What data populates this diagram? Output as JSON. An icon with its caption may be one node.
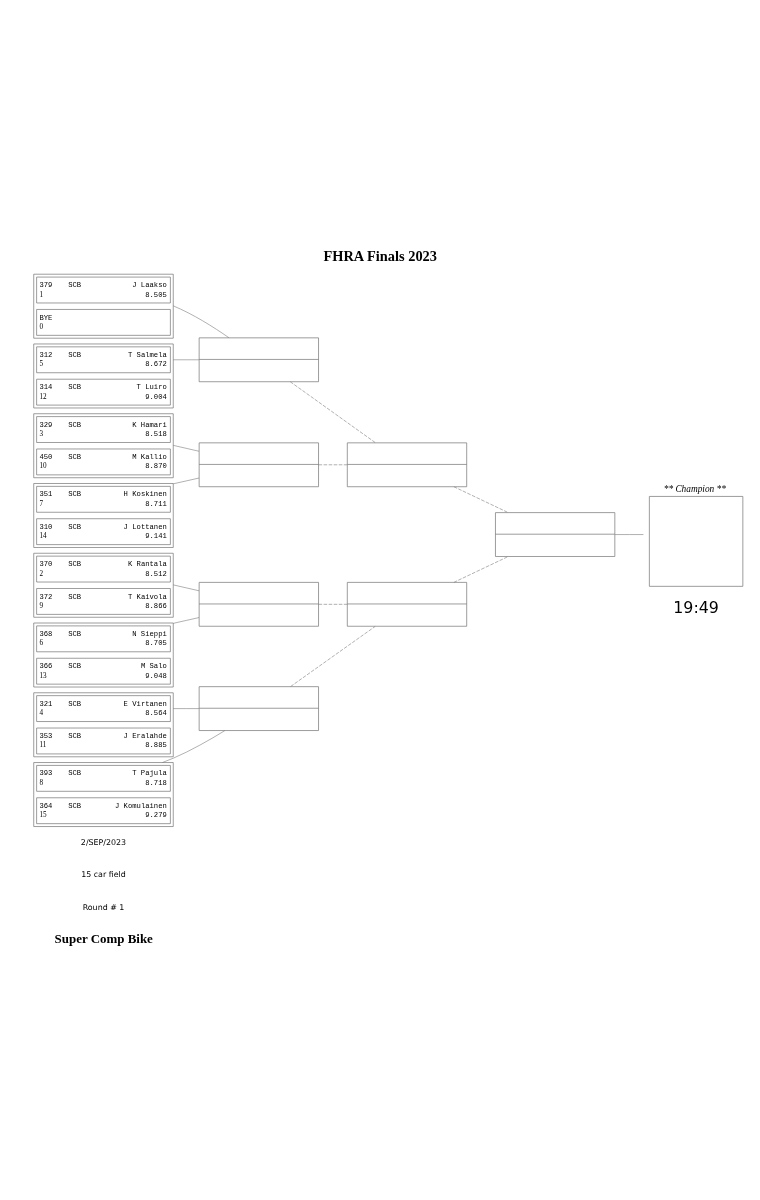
{
  "diagram": {
    "title": "FHRA Finals 2023",
    "nodes": [
      {
        "text": [],
        "shape": "box"
      },
      {
        "text": [
          "379",
          "SCB",
          "J Laakso",
          "8.505",
          "1"
        ],
        "in": 0
      },
      {
        "text": [
          "BYE",
          "0"
        ],
        "in": 0
      },
      {
        "text": [],
        "shape": "box"
      },
      {
        "text": [
          "312",
          "SCB",
          "T Salmela",
          "8.672",
          "5"
        ],
        "in": 3
      },
      {
        "text": [
          "314",
          "SCB",
          "T Luiro",
          "9.004",
          "12"
        ],
        "in": 3
      },
      {
        "text": [],
        "shape": "box"
      },
      {
        "text": [
          "329",
          "SCB",
          "K Hamari",
          "8.518",
          "3"
        ],
        "in": 6
      },
      {
        "text": [
          "450",
          "SCB",
          "M Kallio",
          "8.870",
          "10"
        ],
        "in": 6
      },
      {
        "text": [],
        "shape": "box"
      },
      {
        "text": [
          "351",
          "SCB",
          "H Koskinen",
          "8.711",
          "7"
        ],
        "in": 9
      },
      {
        "text": [
          "310",
          "SCB",
          "J Lottanen",
          "9.141",
          "14"
        ],
        "in": 9
      },
      {
        "text": [],
        "shape": "box"
      },
      {
        "text": [
          "370",
          "SCB",
          "K Rantala",
          "8.512",
          "2"
        ],
        "in": 12
      },
      {
        "text": [
          "372",
          "SCB",
          "T Kaivola",
          "8.866",
          "9"
        ],
        "in": 12
      },
      {
        "text": [],
        "shape": "box"
      },
      {
        "text": [
          "368",
          "SCB",
          "N Sieppi",
          "8.705",
          "6"
        ],
        "in": 15
      },
      {
        "text": [
          "366",
          "SCB",
          "M Salo",
          "9.048",
          "13"
        ],
        "in": 15
      },
      {
        "text": [],
        "shape": "box"
      },
      {
        "text": [
          "321",
          "SCB",
          "E Virtanen",
          "8.564",
          "4"
        ],
        "in": 18
      },
      {
        "text": [
          "353",
          "SCB",
          "J Eralahde",
          "8.885",
          "11"
        ],
        "in": 18
      },
      {
        "text": [],
        "shape": "box"
      },
      {
        "text": [
          "393",
          "SCB",
          "T Pajula",
          "8.718",
          "8"
        ],
        "in": 21
      },
      {
        "text": [
          "364",
          "SCB",
          "J Komulainen",
          "9.279",
          "15"
        ],
        "in": 21
      },
      {
        "text": [],
        "shape": "box"
      },
      {
        "text": [],
        "shape": "box"
      },
      {
        "text": [],
        "shape": "box"
      },
      {
        "text": [],
        "shape": "box"
      },
      {
        "text": [],
        "shape": "box"
      },
      {
        "text": [],
        "shape": "box"
      },
      {
        "text": [],
        "shape": "box"
      },
      {
        "text": [
          "** Champion **"
        ]
      }
    ],
    "edges": [
      {
        "from": 0,
        "to": 24,
        "arrow": "none"
      },
      {
        "from": 3,
        "to": 24,
        "arrow": "none"
      },
      {
        "from": 6,
        "to": 25,
        "arrow": "none"
      },
      {
        "from": 9,
        "to": 25,
        "arrow": "none"
      },
      {
        "from": 12,
        "to": 26,
        "arrow": "none"
      },
      {
        "from": 15,
        "to": 26,
        "arrow": "none"
      },
      {
        "from": 18,
        "to": 27,
        "arrow": "none"
      },
      {
        "from": 21,
        "to": 27,
        "arrow": "none"
      },
      {
        "from": 24,
        "to": 28,
        "arrow": "none",
        "style": "dashed"
      },
      {
        "from": 25,
        "to": 28,
        "arrow": "none",
        "style": "dashed"
      },
      {
        "from": 26,
        "to": 29,
        "arrow": "none",
        "style": "dashed"
      },
      {
        "from": 27,
        "to": 29,
        "arrow": "none",
        "style": "dashed"
      },
      {
        "from": 28,
        "to": 30,
        "arrow": "none",
        "style": "dashed"
      },
      {
        "from": 29,
        "to": 30,
        "arrow": "none",
        "style": "dashed"
      },
      {
        "from": 30,
        "to": 31,
        "arrow": "none"
      }
    ],
    "labels": [
      "2/SEP/2023",
      "15 car field",
      "Round # 1",
      "Super Comp Bike",
      "19:49"
    ]
  }
}
